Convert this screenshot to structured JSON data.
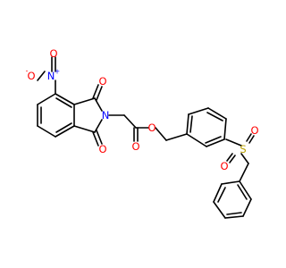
{
  "atom_labels": {
    "nitro_o_left": "O",
    "nitro_n": "N",
    "nitro_o_top": "O",
    "imide_o_top": "O",
    "imide_n": "N",
    "imide_o_bottom": "O",
    "ester_o_carbonyl": "O",
    "ester_o_link": "O",
    "sulfonyl_s": "S",
    "sulfonyl_o_top": "O",
    "sulfonyl_o_bottom": "O"
  },
  "charges": {
    "nitro_o_minus": "-",
    "nitro_n_plus": "+"
  },
  "colors": {
    "bond": "#000000",
    "oxygen": "#ff0000",
    "nitrogen": "#0000ff",
    "sulfur": "#b8a000"
  }
}
